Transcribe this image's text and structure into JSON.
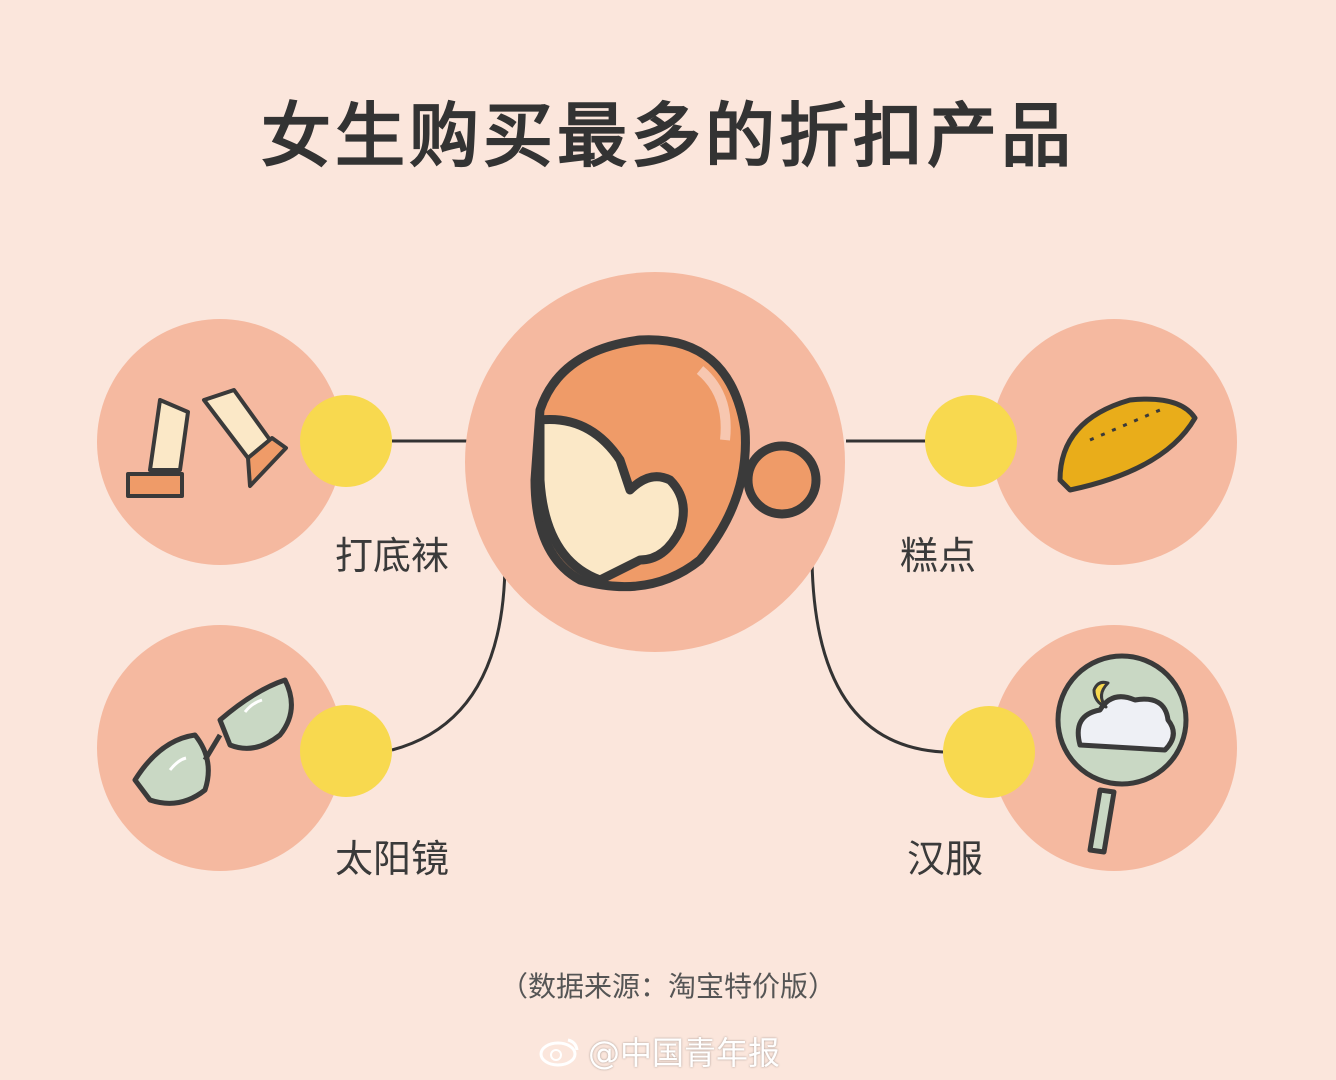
{
  "title": "女生购买最多的折扣产品",
  "items": [
    {
      "label": "打底袜",
      "icon": "stockings-icon"
    },
    {
      "label": "糕点",
      "icon": "pastry-icon"
    },
    {
      "label": "太阳镜",
      "icon": "sunglasses-icon"
    },
    {
      "label": "汉服",
      "icon": "round-fan-icon"
    }
  ],
  "center_icon": "girl-head-icon",
  "source": "（数据来源：淘宝特价版）",
  "watermark": "@中国青年报",
  "colors": {
    "background": "#fbe6dc",
    "circle": "#f5b9a0",
    "dot": "#f8d94f",
    "line": "#333333"
  }
}
